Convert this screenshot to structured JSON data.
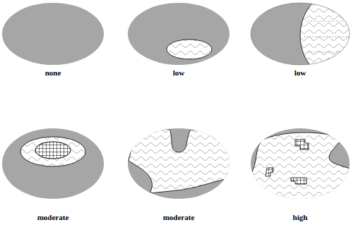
{
  "diagram": {
    "labels": [
      "none",
      "low",
      "low",
      "moderate",
      "moderate",
      "high"
    ]
  }
}
